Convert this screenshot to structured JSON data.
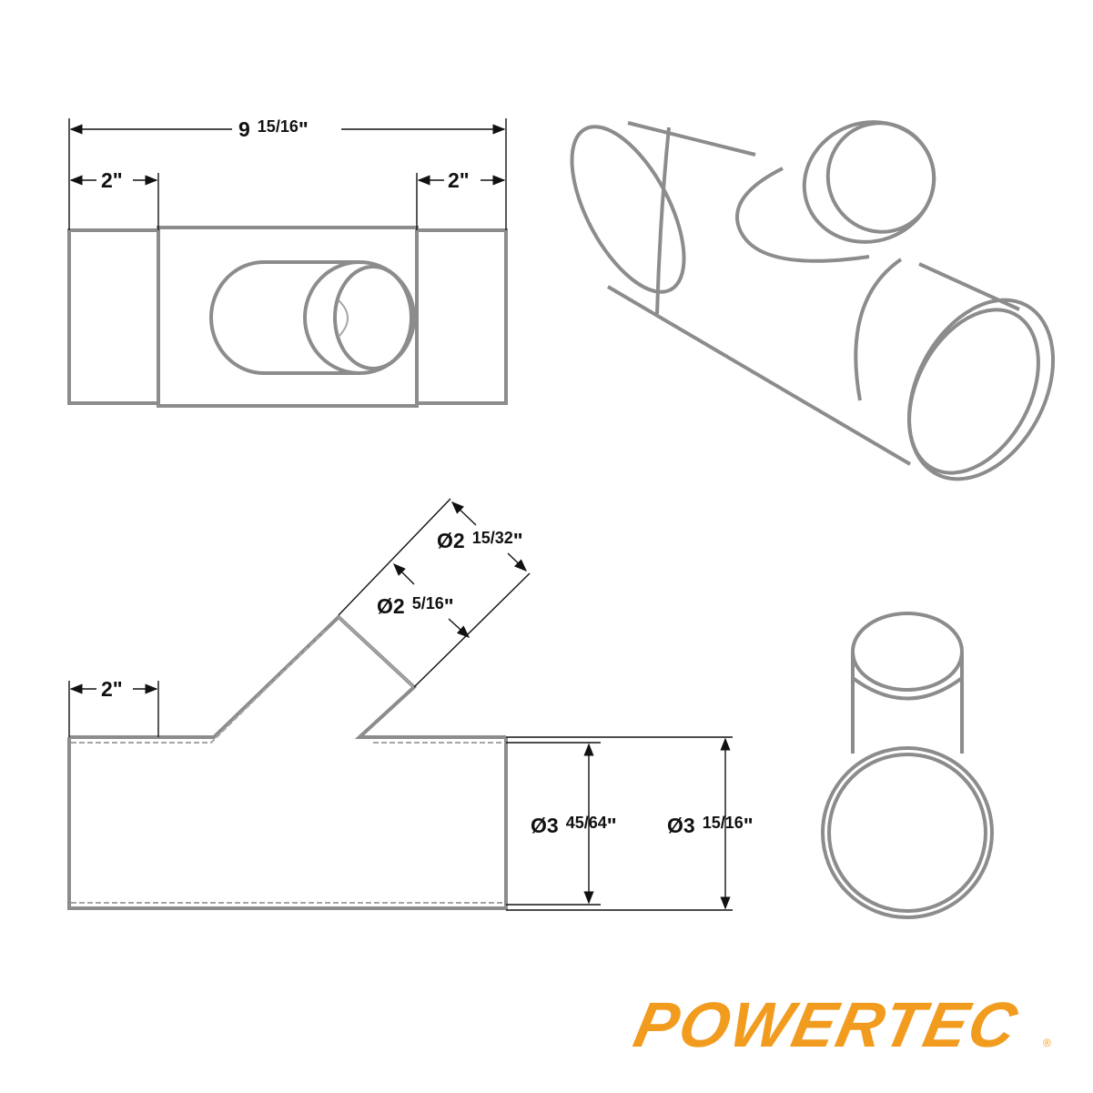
{
  "brand": {
    "name": "POWERTEC",
    "registered": "®",
    "color": "#F29C1F"
  },
  "line_color": "#8c8c8c",
  "dimensions": {
    "overall_length": {
      "whole": "9",
      "frac": "15/16",
      "unit": "\""
    },
    "left_sleeve": "2\"",
    "right_sleeve": "2\"",
    "section_sleeve": "2\"",
    "branch_outer": {
      "whole": "Ø2",
      "frac": "15/32",
      "unit": "\""
    },
    "branch_inner": {
      "whole": "Ø2",
      "frac": "5/16",
      "unit": "\""
    },
    "main_inner": {
      "whole": "Ø3",
      "frac": "45/64",
      "unit": "\""
    },
    "main_outer": {
      "whole": "Ø3",
      "frac": "15/16",
      "unit": "\""
    }
  }
}
